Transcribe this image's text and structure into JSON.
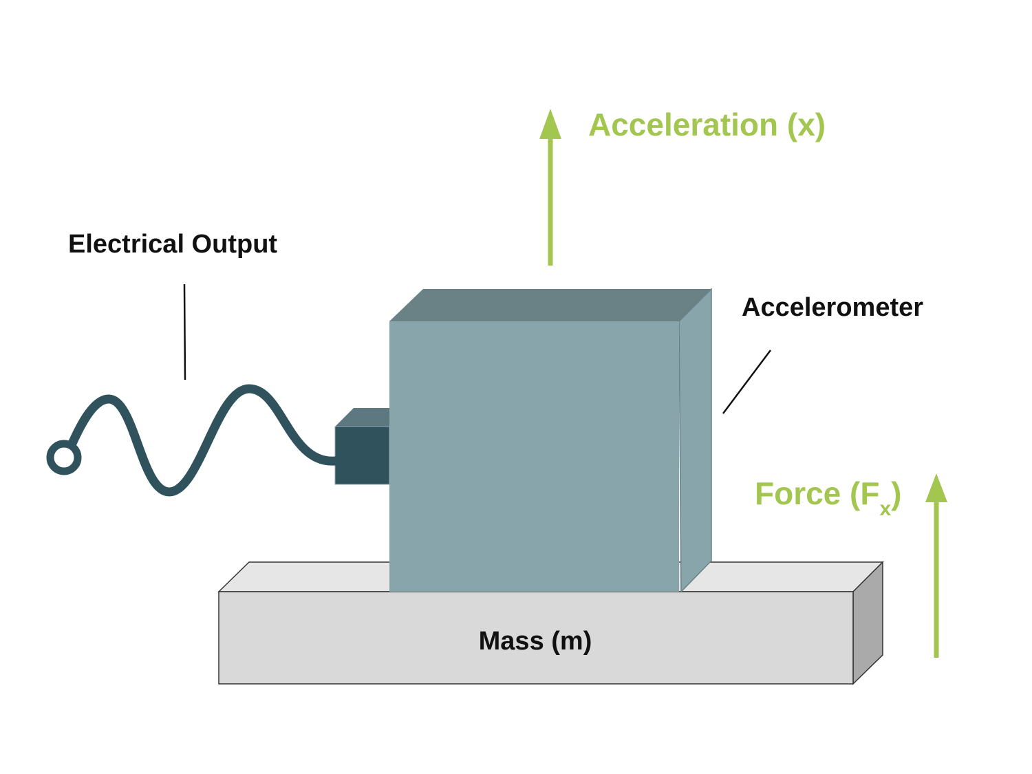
{
  "labels": {
    "electrical_output": "Electrical Output",
    "accelerometer": "Accelerometer",
    "mass": "Mass (m)",
    "acceleration": "Acceleration (x)",
    "force_prefix": "Force (F",
    "force_subscript": "x",
    "force_suffix": ")"
  },
  "colors": {
    "arrow_green": "#a3c651",
    "accel_front": "#87a5ab",
    "accel_top": "#6a8186",
    "accel_side": "#87a5ab",
    "connector_front": "#30525c",
    "connector_top": "#5d7880",
    "cable": "#30525c",
    "mass_front": "#d9d9d9",
    "mass_top": "#e6e6e6",
    "mass_side": "#aaaaaa",
    "outline": "#333333"
  },
  "icons": {
    "cable_terminal": "ring-terminal-icon",
    "acceleration_arrow": "arrow-up-icon",
    "force_arrow": "arrow-up-icon"
  }
}
